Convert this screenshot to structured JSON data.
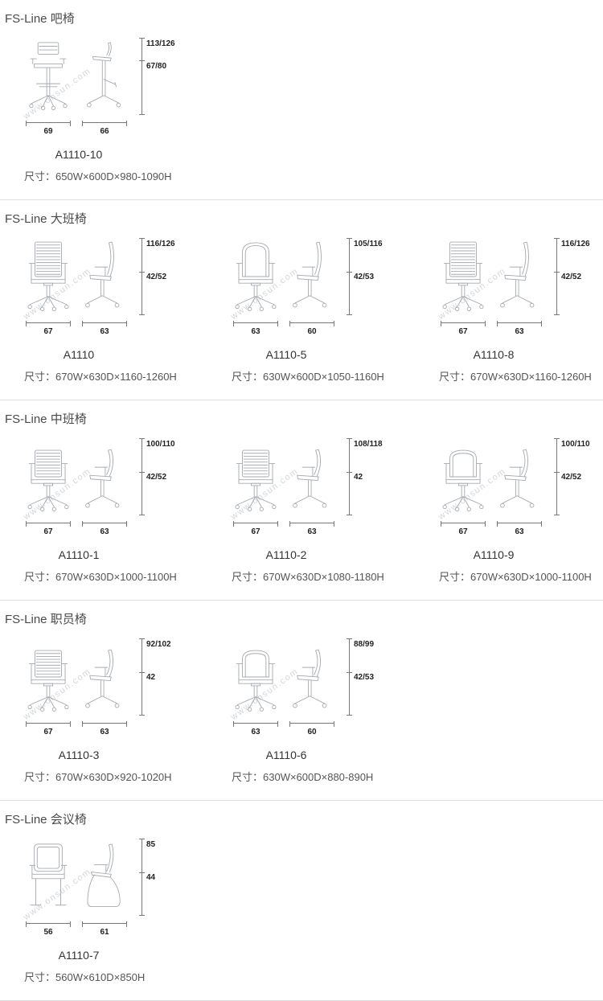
{
  "watermark": "www.onsun.com",
  "sections": [
    {
      "title": "FS-Line 吧椅",
      "items": [
        {
          "model": "A1110-10",
          "size": "尺寸：650W×600D×980-1090H",
          "height_total": "113/126",
          "height_seat": "67/80",
          "width_front": "69",
          "width_side": "66"
        }
      ]
    },
    {
      "title": "FS-Line 大班椅",
      "items": [
        {
          "model": "A1110",
          "size": "尺寸：670W×630D×1160-1260H",
          "height_total": "116/126",
          "height_seat": "42/52",
          "width_front": "67",
          "width_side": "63"
        },
        {
          "model": "A1110-5",
          "size": "尺寸：630W×600D×1050-1160H",
          "height_total": "105/116",
          "height_seat": "42/53",
          "width_front": "63",
          "width_side": "60"
        },
        {
          "model": "A1110-8",
          "size": "尺寸：670W×630D×1160-1260H",
          "height_total": "116/126",
          "height_seat": "42/52",
          "width_front": "67",
          "width_side": "63"
        }
      ]
    },
    {
      "title": "FS-Line 中班椅",
      "items": [
        {
          "model": "A1110-1",
          "size": "尺寸：670W×630D×1000-1100H",
          "height_total": "100/110",
          "height_seat": "42/52",
          "width_front": "67",
          "width_side": "63"
        },
        {
          "model": "A1110-2",
          "size": "尺寸：670W×630D×1080-1180H",
          "height_total": "108/118",
          "height_seat": "42",
          "width_front": "67",
          "width_side": "63"
        },
        {
          "model": "A1110-9",
          "size": "尺寸：670W×630D×1000-1100H",
          "height_total": "100/110",
          "height_seat": "42/52",
          "width_front": "67",
          "width_side": "63"
        }
      ]
    },
    {
      "title": "FS-Line 职员椅",
      "items": [
        {
          "model": "A1110-3",
          "size": "尺寸：670W×630D×920-1020H",
          "height_total": "92/102",
          "height_seat": "42",
          "width_front": "67",
          "width_side": "63"
        },
        {
          "model": "A1110-6",
          "size": "尺寸：630W×600D×880-890H",
          "height_total": "88/99",
          "height_seat": "42/53",
          "width_front": "63",
          "width_side": "60"
        }
      ]
    },
    {
      "title": "FS-Line 会议椅",
      "items": [
        {
          "model": "A1110-7",
          "size": "尺寸：560W×610D×850H",
          "height_total": "85",
          "height_seat": "44",
          "width_front": "56",
          "width_side": "61"
        }
      ]
    }
  ]
}
